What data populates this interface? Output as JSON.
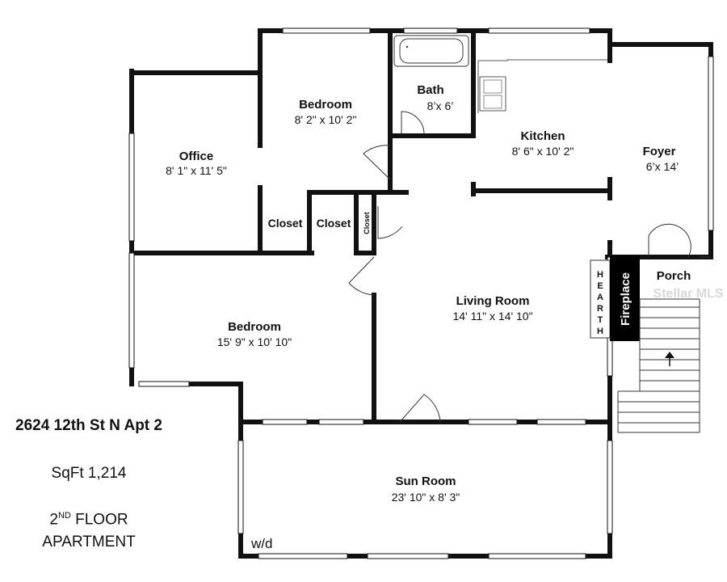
{
  "rooms": {
    "bedroom_top": {
      "name": "Bedroom",
      "dims": "8' 2\" x 10' 2\""
    },
    "bath": {
      "name": "Bath",
      "dims": "8’x 6’"
    },
    "kitchen": {
      "name": "Kitchen",
      "dims": "8' 6\" x 10' 2\""
    },
    "foyer": {
      "name": "Foyer",
      "dims": "6’x 14’"
    },
    "office": {
      "name": "Office",
      "dims": "8' 1\" x 11' 5\""
    },
    "closet1": {
      "name": "Closet"
    },
    "closet2": {
      "name": "Closet"
    },
    "closet3": {
      "name": "Closet"
    },
    "porch": {
      "name": "Porch"
    },
    "living": {
      "name": "Living Room",
      "dims": "14' 11\" x 14' 10\""
    },
    "bedroom_bottom": {
      "name": "Bedroom",
      "dims": "15' 9\" x 10' 10\""
    },
    "sunroom": {
      "name": "Sun Room",
      "dims": "23' 10\" x 8' 3\""
    }
  },
  "fixtures": {
    "hearth": [
      "H",
      "E",
      "A",
      "R",
      "T",
      "H"
    ],
    "fireplace": "Fireplace",
    "wd": "w/d"
  },
  "watermark": "Stellar MLS",
  "info": {
    "address": "2624 12th St N Apt 2",
    "sqft": "SqFt 1,214",
    "floor_num": "2",
    "floor_sup": "ND",
    "floor_word": " FLOOR",
    "apartment": "APARTMENT"
  }
}
